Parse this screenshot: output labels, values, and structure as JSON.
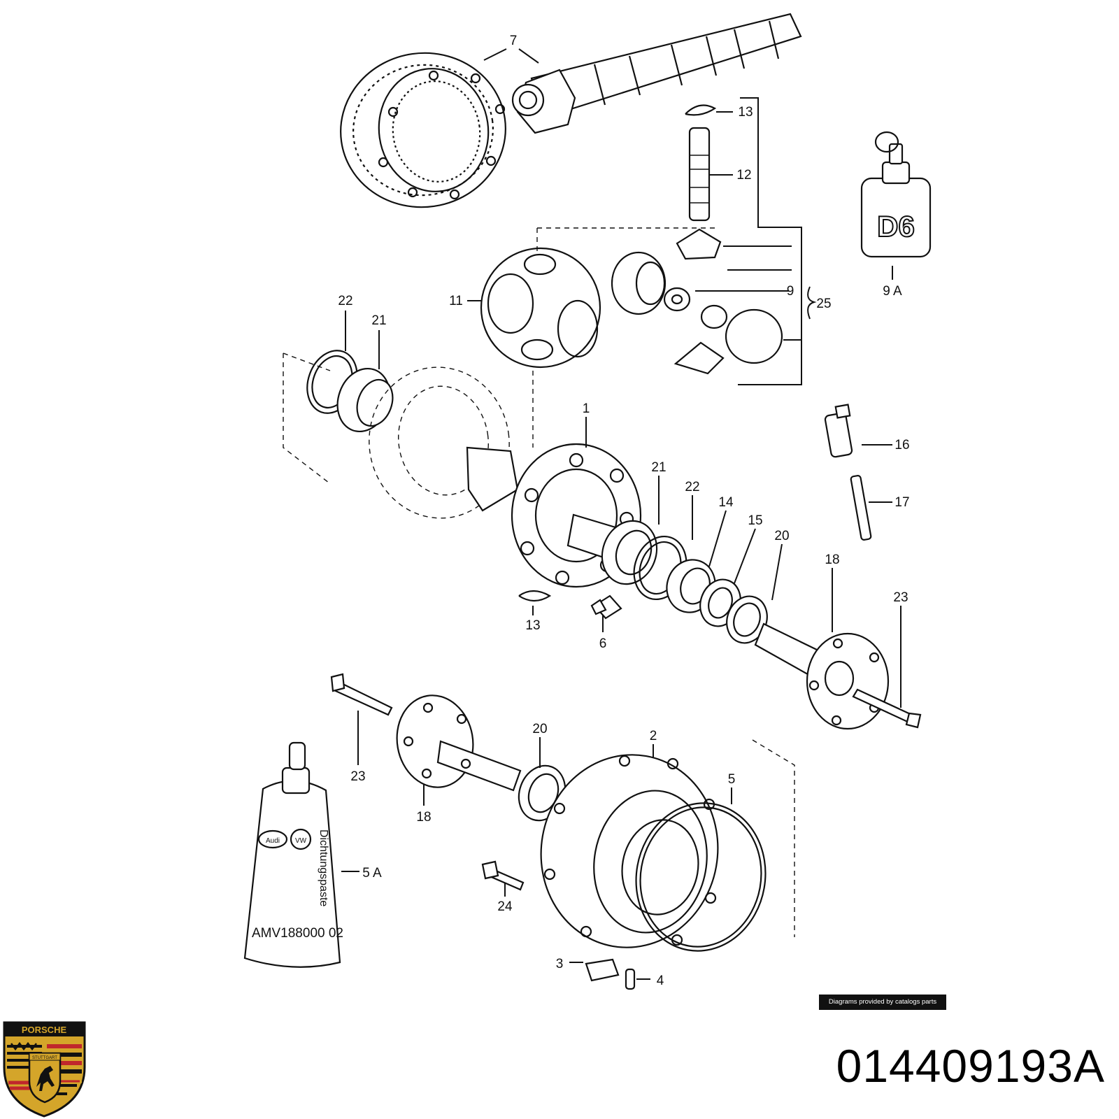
{
  "diagram": {
    "callouts": [
      "7",
      "13",
      "12",
      "9",
      "25",
      "9 A",
      "11",
      "22",
      "21",
      "1",
      "16",
      "17",
      "21",
      "22",
      "14",
      "15",
      "20",
      "18",
      "23",
      "13",
      "6",
      "23",
      "18",
      "20",
      "2",
      "5",
      "5 A",
      "24",
      "3",
      "4"
    ],
    "tube_label": "Dichtungspaste",
    "tube_code": "AMV188000 02",
    "tube_brand_left": "Audi",
    "tube_brand_right": "VW",
    "bottle_label": "D6"
  },
  "credit": "Diagrams provided by catalogs parts",
  "part_number": "014409193A",
  "logo": {
    "brand": "PORSCHE",
    "city": "STUTTGART",
    "colors": {
      "gold": "#d4a52a",
      "red": "#c0262c",
      "black": "#111111"
    }
  }
}
